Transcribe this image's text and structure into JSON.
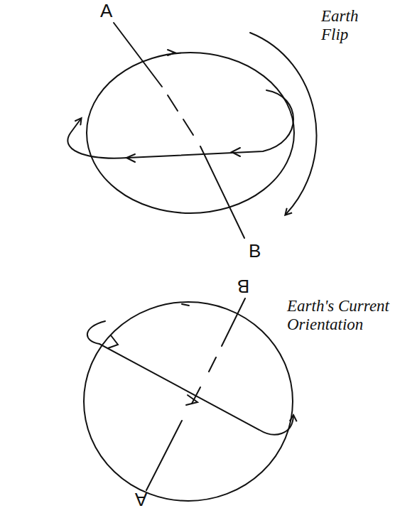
{
  "diagram": {
    "labels": [
      "A",
      "B",
      "Earth Flip",
      "B",
      "A",
      "Earth's Current Orientation"
    ]
  }
}
